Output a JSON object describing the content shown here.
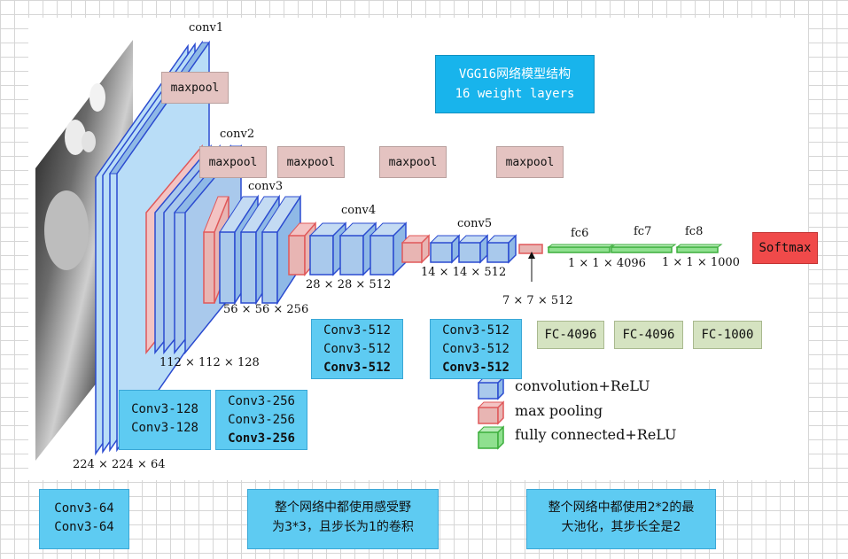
{
  "title_box": {
    "line1": "VGG16网络模型结构",
    "line2": "16 weight layers"
  },
  "layers": {
    "conv1": "conv1",
    "conv2": "conv2",
    "conv3": "conv3",
    "conv4": "conv4",
    "conv5": "conv5",
    "fc6": "fc6",
    "fc7": "fc7",
    "fc8": "fc8"
  },
  "dims": {
    "d224": "224 × 224 × 64",
    "d112": "112 × 112 × 128",
    "d56": "56 × 56 × 256",
    "d28": "28 × 28 × 512",
    "d14": "14 × 14 × 512",
    "d7": "7 × 7 × 512",
    "fc4096": "1 × 1 × 4096",
    "fc1000": "1 × 1 × 1000"
  },
  "pool_label": "maxpool",
  "softmax": "Softmax",
  "conv_groups": {
    "g1": [
      "Conv3-64",
      "Conv3-64"
    ],
    "g2": [
      "Conv3-128",
      "Conv3-128"
    ],
    "g3": [
      "Conv3-256",
      "Conv3-256",
      "Conv3-256"
    ],
    "g4": [
      "Conv3-512",
      "Conv3-512",
      "Conv3-512"
    ],
    "g5": [
      "Conv3-512",
      "Conv3-512",
      "Conv3-512"
    ]
  },
  "fc_boxes": [
    "FC-4096",
    "FC-4096",
    "FC-1000"
  ],
  "legend": {
    "conv": "convolution+ReLU",
    "pool": "max pooling",
    "fc": "fully connected+ReLU"
  },
  "notes": {
    "kernel_line1": "整个网络中都使用感受野",
    "kernel_line2": "为3*3，且步长为1的卷积",
    "pool_line1": "整个网络中都使用2*2的最",
    "pool_line2": "大池化，其步长全是2"
  },
  "colors": {
    "conv_fill": "#a9c9ec",
    "conv_stroke": "#2b4bd0",
    "pool_fill": "#e8b5b3",
    "pool_stroke": "#e0585a",
    "fc_fill": "#8fe08f",
    "fc_stroke": "#3cae3c",
    "input_fill": "#b9ddf7",
    "softmax": "#f04a4a",
    "box_blue": "#5ecbf2"
  }
}
